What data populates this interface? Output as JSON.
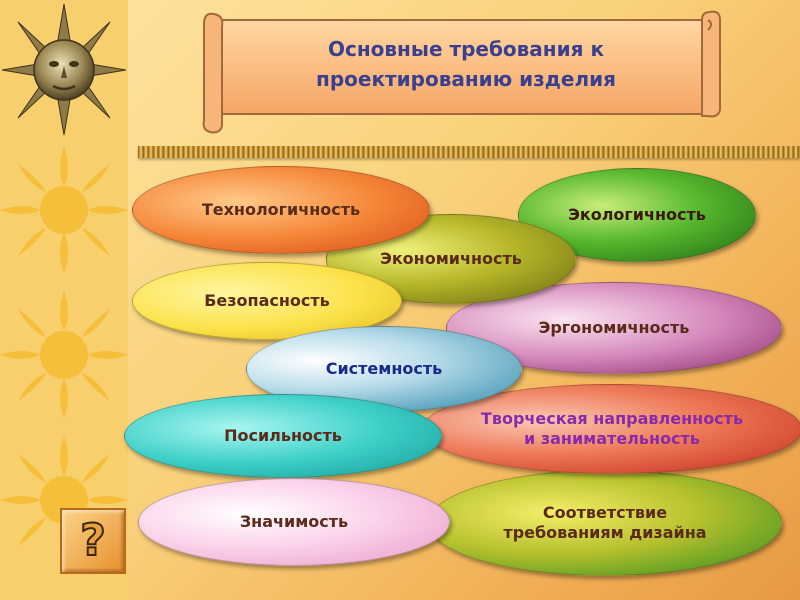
{
  "title": "Основные требования к\nпроектированию изделия",
  "colors": {
    "title_text": "#3b3f8e",
    "oval_text_dark": "#5a2a1a",
    "oval_text_blue": "#1a2a8a"
  },
  "requirements": [
    {
      "id": "technology",
      "label": "Технологичность"
    },
    {
      "id": "economy",
      "label": "Экономичность"
    },
    {
      "id": "ecology",
      "label": "Экологичность"
    },
    {
      "id": "safety",
      "label": "Безопасность"
    },
    {
      "id": "ergonomics",
      "label": "Эргономичность"
    },
    {
      "id": "systemic",
      "label": "Системность"
    },
    {
      "id": "feasibility",
      "label": "Посильность"
    },
    {
      "id": "creative",
      "label": "Творческая направленность\nи занимательность"
    },
    {
      "id": "significance",
      "label": "Значимость"
    },
    {
      "id": "design",
      "label": "Соответствие\nтребованиям дизайна"
    }
  ],
  "help_button": {
    "label": "?",
    "icon": "question-mark-icon"
  }
}
